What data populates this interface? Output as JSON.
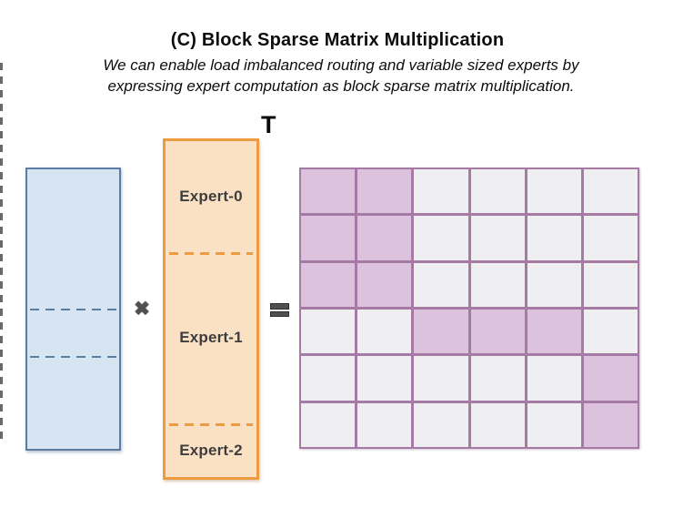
{
  "header": {
    "title": "(C) Block Sparse Matrix Multiplication",
    "subtitle": [
      "We can enable load imbalanced routing and variable sized experts by",
      "expressing expert computation as block sparse matrix multiplication."
    ]
  },
  "operators": {
    "multiply": "✖",
    "transpose": "T"
  },
  "input_matrix": {
    "segments": 3
  },
  "expert_matrix": {
    "labels": [
      "Expert-0",
      "Expert-1",
      "Expert-2"
    ]
  },
  "output_grid": {
    "rows": 6,
    "cols": 6,
    "pattern": [
      [
        1,
        1,
        0,
        0,
        0,
        0
      ],
      [
        1,
        1,
        0,
        0,
        0,
        0
      ],
      [
        1,
        1,
        0,
        0,
        0,
        0
      ],
      [
        0,
        0,
        1,
        1,
        1,
        0
      ],
      [
        0,
        0,
        0,
        0,
        0,
        1
      ],
      [
        0,
        0,
        0,
        0,
        0,
        1
      ]
    ]
  },
  "colors": {
    "input_fill": "#d7e4f1",
    "input_border": "#5b7da3",
    "expert_fill": "#fbe1c4",
    "expert_border": "#ed9b40",
    "grid_filled": "#dcc2dd",
    "grid_empty": "#efeef0",
    "grid_border": "#a57ba5",
    "operator": "#505052"
  }
}
